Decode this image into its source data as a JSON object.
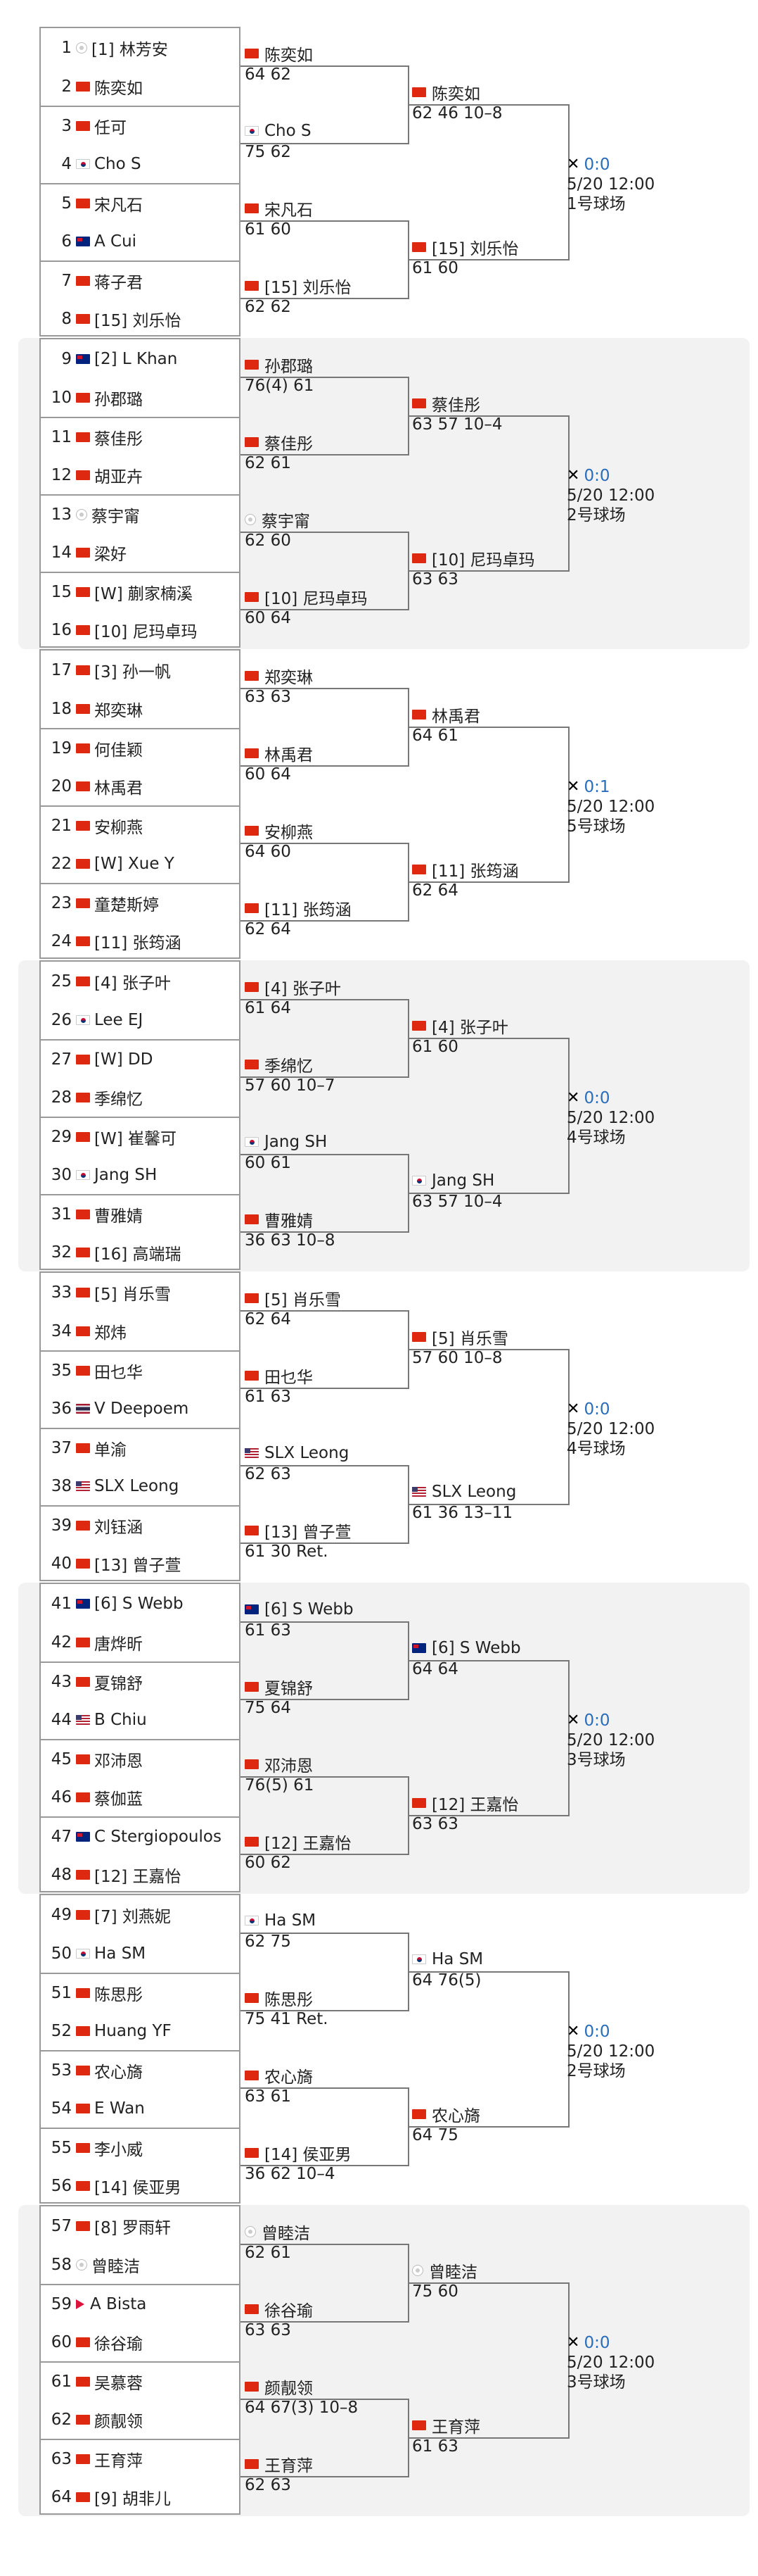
{
  "sections": [
    {
      "entrants": [
        {
          "num": "1",
          "flag": "neutral",
          "name": "[1] 林芳安"
        },
        {
          "num": "2",
          "flag": "cn",
          "name": "陈奕如"
        },
        {
          "num": "3",
          "flag": "cn",
          "name": "任可"
        },
        {
          "num": "4",
          "flag": "kr",
          "name": "Cho S"
        },
        {
          "num": "5",
          "flag": "cn",
          "name": "宋凡石"
        },
        {
          "num": "6",
          "flag": "au",
          "name": "A Cui"
        },
        {
          "num": "7",
          "flag": "cn",
          "name": "蒋子君"
        },
        {
          "num": "8",
          "flag": "cn",
          "name": "[15] 刘乐怡"
        }
      ],
      "r2": [
        {
          "flag": "cn",
          "name": "陈奕如",
          "score": "64 62"
        },
        {
          "flag": "kr",
          "name": "Cho S",
          "score": "75 62"
        },
        {
          "flag": "cn",
          "name": "宋凡石",
          "score": "61 60"
        },
        {
          "flag": "cn",
          "name": "[15] 刘乐怡",
          "score": "62 62"
        }
      ],
      "r3": [
        {
          "flag": "cn",
          "name": "陈奕如",
          "score": "62 46 10–8"
        },
        {
          "flag": "cn",
          "name": "[15] 刘乐怡",
          "score": "61 60"
        }
      ],
      "final": {
        "h2h": "0:0",
        "time": "5/20 12:00",
        "court": "1号球场"
      }
    },
    {
      "entrants": [
        {
          "num": "9",
          "flag": "au",
          "name": "[2] L Khan"
        },
        {
          "num": "10",
          "flag": "cn",
          "name": "孙郡璐"
        },
        {
          "num": "11",
          "flag": "cn",
          "name": "蔡佳彤"
        },
        {
          "num": "12",
          "flag": "cn",
          "name": "胡亚卉"
        },
        {
          "num": "13",
          "flag": "neutral",
          "name": "蔡宇甯"
        },
        {
          "num": "14",
          "flag": "cn",
          "name": "梁好"
        },
        {
          "num": "15",
          "flag": "cn",
          "name": "[W] 蒯家楠溪"
        },
        {
          "num": "16",
          "flag": "cn",
          "name": "[10] 尼玛卓玛"
        }
      ],
      "r2": [
        {
          "flag": "cn",
          "name": "孙郡璐",
          "score": "76(4) 61"
        },
        {
          "flag": "cn",
          "name": "蔡佳彤",
          "score": "62 61"
        },
        {
          "flag": "neutral",
          "name": "蔡宇甯",
          "score": "62 60"
        },
        {
          "flag": "cn",
          "name": "[10] 尼玛卓玛",
          "score": "60 64"
        }
      ],
      "r3": [
        {
          "flag": "cn",
          "name": "蔡佳彤",
          "score": "63 57 10–4"
        },
        {
          "flag": "cn",
          "name": "[10] 尼玛卓玛",
          "score": "63 63"
        }
      ],
      "final": {
        "h2h": "0:0",
        "time": "5/20 12:00",
        "court": "2号球场"
      }
    },
    {
      "entrants": [
        {
          "num": "17",
          "flag": "cn",
          "name": "[3] 孙一帆"
        },
        {
          "num": "18",
          "flag": "cn",
          "name": "郑奕琳"
        },
        {
          "num": "19",
          "flag": "cn",
          "name": "何佳颖"
        },
        {
          "num": "20",
          "flag": "cn",
          "name": "林禹君"
        },
        {
          "num": "21",
          "flag": "cn",
          "name": "安柳燕"
        },
        {
          "num": "22",
          "flag": "cn",
          "name": "[W] Xue Y"
        },
        {
          "num": "23",
          "flag": "cn",
          "name": "童楚斯婷"
        },
        {
          "num": "24",
          "flag": "cn",
          "name": "[11] 张筠涵"
        }
      ],
      "r2": [
        {
          "flag": "cn",
          "name": "郑奕琳",
          "score": "63 63"
        },
        {
          "flag": "cn",
          "name": "林禹君",
          "score": "60 64"
        },
        {
          "flag": "cn",
          "name": "安柳燕",
          "score": "64 60"
        },
        {
          "flag": "cn",
          "name": "[11] 张筠涵",
          "score": "62 64"
        }
      ],
      "r3": [
        {
          "flag": "cn",
          "name": "林禹君",
          "score": "64 61"
        },
        {
          "flag": "cn",
          "name": "[11] 张筠涵",
          "score": "62 64"
        }
      ],
      "final": {
        "h2h": "0:1",
        "time": "5/20 12:00",
        "court": "5号球场"
      }
    },
    {
      "entrants": [
        {
          "num": "25",
          "flag": "cn",
          "name": "[4] 张子叶"
        },
        {
          "num": "26",
          "flag": "kr",
          "name": "Lee EJ"
        },
        {
          "num": "27",
          "flag": "cn",
          "name": "[W] DD"
        },
        {
          "num": "28",
          "flag": "cn",
          "name": "季绵忆"
        },
        {
          "num": "29",
          "flag": "cn",
          "name": "[W] 崔馨可"
        },
        {
          "num": "30",
          "flag": "kr",
          "name": "Jang SH"
        },
        {
          "num": "31",
          "flag": "cn",
          "name": "曹雅婧"
        },
        {
          "num": "32",
          "flag": "cn",
          "name": "[16] 高端瑞"
        }
      ],
      "r2": [
        {
          "flag": "cn",
          "name": "[4] 张子叶",
          "score": "61 64"
        },
        {
          "flag": "cn",
          "name": "季绵忆",
          "score": "57 60 10–7"
        },
        {
          "flag": "kr",
          "name": "Jang SH",
          "score": "60 61"
        },
        {
          "flag": "cn",
          "name": "曹雅婧",
          "score": "36 63 10–8"
        }
      ],
      "r3": [
        {
          "flag": "cn",
          "name": "[4] 张子叶",
          "score": "61 60"
        },
        {
          "flag": "kr",
          "name": "Jang SH",
          "score": "63 57 10–4"
        }
      ],
      "final": {
        "h2h": "0:0",
        "time": "5/20 12:00",
        "court": "4号球场"
      }
    },
    {
      "entrants": [
        {
          "num": "33",
          "flag": "cn",
          "name": "[5] 肖乐雪"
        },
        {
          "num": "34",
          "flag": "cn",
          "name": "郑炜"
        },
        {
          "num": "35",
          "flag": "cn",
          "name": "田乜华"
        },
        {
          "num": "36",
          "flag": "th",
          "name": "V Deepoem"
        },
        {
          "num": "37",
          "flag": "cn",
          "name": "单渝"
        },
        {
          "num": "38",
          "flag": "us",
          "name": "SLX Leong"
        },
        {
          "num": "39",
          "flag": "cn",
          "name": "刘钰涵"
        },
        {
          "num": "40",
          "flag": "cn",
          "name": "[13] 曾子萱"
        }
      ],
      "r2": [
        {
          "flag": "cn",
          "name": "[5] 肖乐雪",
          "score": "62 64"
        },
        {
          "flag": "cn",
          "name": "田乜华",
          "score": "61 63"
        },
        {
          "flag": "us",
          "name": "SLX Leong",
          "score": "62 63"
        },
        {
          "flag": "cn",
          "name": "[13] 曾子萱",
          "score": "61 30 Ret."
        }
      ],
      "r3": [
        {
          "flag": "cn",
          "name": "[5] 肖乐雪",
          "score": "57 60 10–8"
        },
        {
          "flag": "us",
          "name": "SLX Leong",
          "score": "61 36 13–11"
        }
      ],
      "final": {
        "h2h": "0:0",
        "time": "5/20 12:00",
        "court": "4号球场"
      }
    },
    {
      "entrants": [
        {
          "num": "41",
          "flag": "au",
          "name": "[6] S Webb"
        },
        {
          "num": "42",
          "flag": "cn",
          "name": "唐烨昕"
        },
        {
          "num": "43",
          "flag": "cn",
          "name": "夏锦舒"
        },
        {
          "num": "44",
          "flag": "us",
          "name": "B Chiu"
        },
        {
          "num": "45",
          "flag": "cn",
          "name": "邓沛恩"
        },
        {
          "num": "46",
          "flag": "cn",
          "name": "蔡伽蓝"
        },
        {
          "num": "47",
          "flag": "au",
          "name": "C Stergiopoulos"
        },
        {
          "num": "48",
          "flag": "cn",
          "name": "[12] 王嘉怡"
        }
      ],
      "r2": [
        {
          "flag": "au",
          "name": "[6] S Webb",
          "score": "61 63"
        },
        {
          "flag": "cn",
          "name": "夏锦舒",
          "score": "75 64"
        },
        {
          "flag": "cn",
          "name": "邓沛恩",
          "score": "76(5) 61"
        },
        {
          "flag": "cn",
          "name": "[12] 王嘉怡",
          "score": "60 62"
        }
      ],
      "r3": [
        {
          "flag": "au",
          "name": "[6] S Webb",
          "score": "64 64"
        },
        {
          "flag": "cn",
          "name": "[12] 王嘉怡",
          "score": "63 63"
        }
      ],
      "final": {
        "h2h": "0:0",
        "time": "5/20 12:00",
        "court": "3号球场"
      }
    },
    {
      "entrants": [
        {
          "num": "49",
          "flag": "cn",
          "name": "[7] 刘燕妮"
        },
        {
          "num": "50",
          "flag": "kr",
          "name": "Ha SM"
        },
        {
          "num": "51",
          "flag": "cn",
          "name": "陈思彤"
        },
        {
          "num": "52",
          "flag": "cn",
          "name": "Huang YF"
        },
        {
          "num": "53",
          "flag": "cn",
          "name": "农心旖"
        },
        {
          "num": "54",
          "flag": "cn",
          "name": "E Wan"
        },
        {
          "num": "55",
          "flag": "cn",
          "name": "李小威"
        },
        {
          "num": "56",
          "flag": "cn",
          "name": "[14] 侯亚男"
        }
      ],
      "r2": [
        {
          "flag": "kr",
          "name": "Ha SM",
          "score": "62 75"
        },
        {
          "flag": "cn",
          "name": "陈思彤",
          "score": "75 41 Ret."
        },
        {
          "flag": "cn",
          "name": "农心旖",
          "score": "63 61"
        },
        {
          "flag": "cn",
          "name": "[14] 侯亚男",
          "score": "36 62 10–4"
        }
      ],
      "r3": [
        {
          "flag": "kr",
          "name": "Ha SM",
          "score": "64 76(5)"
        },
        {
          "flag": "cn",
          "name": "农心旖",
          "score": "64 75"
        }
      ],
      "final": {
        "h2h": "0:0",
        "time": "5/20 12:00",
        "court": "2号球场"
      }
    },
    {
      "entrants": [
        {
          "num": "57",
          "flag": "cn",
          "name": "[8] 罗雨轩"
        },
        {
          "num": "58",
          "flag": "neutral",
          "name": "曾睦洁"
        },
        {
          "num": "59",
          "flag": "np",
          "name": "A Bista"
        },
        {
          "num": "60",
          "flag": "cn",
          "name": "徐谷瑜"
        },
        {
          "num": "61",
          "flag": "cn",
          "name": "吴慕蓉"
        },
        {
          "num": "62",
          "flag": "cn",
          "name": "颜靓领"
        },
        {
          "num": "63",
          "flag": "cn",
          "name": "王育萍"
        },
        {
          "num": "64",
          "flag": "cn",
          "name": "[9] 胡非儿"
        }
      ],
      "r2": [
        {
          "flag": "neutral",
          "name": "曾睦洁",
          "score": "62 61"
        },
        {
          "flag": "cn",
          "name": "徐谷瑜",
          "score": "63 63"
        },
        {
          "flag": "cn",
          "name": "颜靓领",
          "score": "64 67(3) 10–8"
        },
        {
          "flag": "cn",
          "name": "王育萍",
          "score": "62 63"
        }
      ],
      "r3": [
        {
          "flag": "neutral",
          "name": "曾睦洁",
          "score": "75 60"
        },
        {
          "flag": "cn",
          "name": "王育萍",
          "score": "61 63"
        }
      ],
      "final": {
        "h2h": "0:0",
        "time": "5/20 12:00",
        "court": "3号球场"
      }
    }
  ]
}
